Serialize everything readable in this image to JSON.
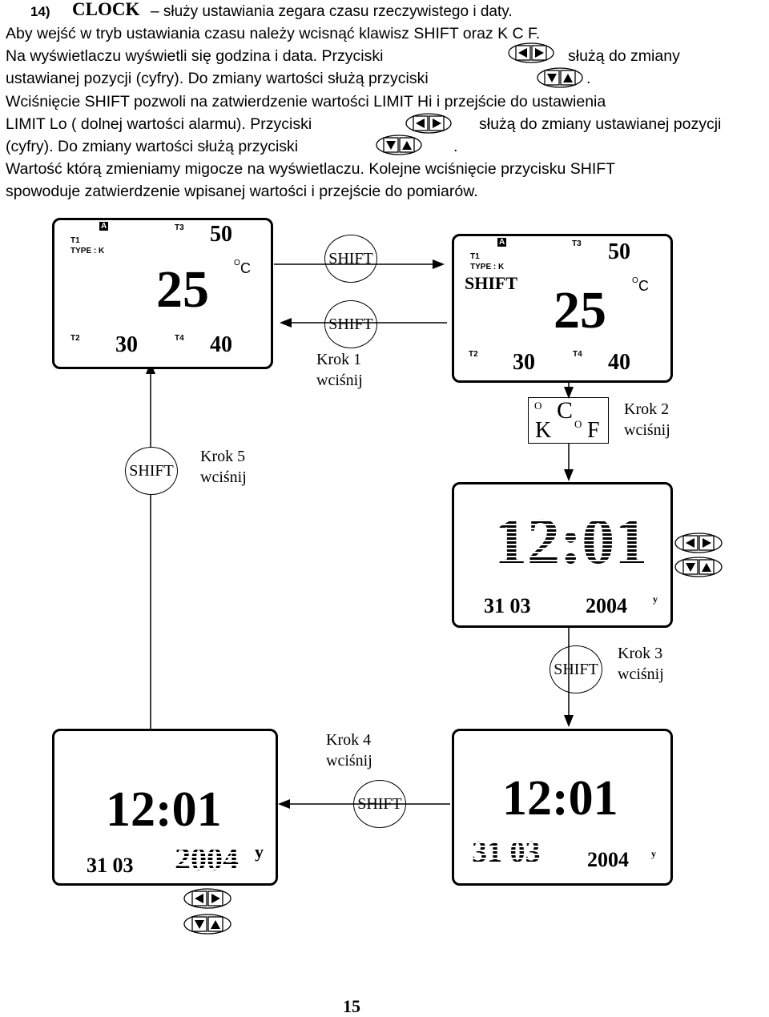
{
  "text": {
    "heading_num": "14)",
    "heading_word": "CLOCK",
    "heading_rest": "– służy ustawiania zegara czasu rzeczywistego i daty.",
    "line2": "Aby   wejść w tryb ustawiania czasu należy wcisnąć klawisz SHIFT oraz K C F.",
    "line3a": "Na  wyświetlaczu  wyświetli  się  godzina  i data.  Przyciski",
    "line3b": "służą do zmiany",
    "line4a": " ustawianej pozycji  (cyfry).  Do zmiany wartości służą przyciski",
    "line4b": ".",
    "line5": "Wciśnięcie SHIFT pozwoli na zatwierdzenie wartości LIMIT Hi   i   przejście   do   ustawienia",
    "line6a": "LIMIT Lo   ( dolnej wartości alarmu).  Przyciski",
    "line6b": "służą do zmiany ustawianej pozycji",
    "line7a": "(cyfry).  Do   zmiany wartości    służą przyciski",
    "line7b": ".",
    "line8": "Wartość którą zmieniamy migocze na wyświetlaczu. Kolejne wciśnięcie      przycisku      SHIFT",
    "line9": "spowoduje   zatwierdzenie wpisanej wartości i przejście do  pomiarów."
  },
  "lcd1": {
    "a": "A",
    "t1": "T1",
    "type": "TYPE :  K",
    "t3": "T3",
    "v50": "50",
    "unit_sup": "O",
    "unit": "C",
    "main": "25",
    "t2": "T2",
    "v30": "30",
    "t4": "T4",
    "v40": "40"
  },
  "lcd2": {
    "a": "A",
    "t1": "T1",
    "type": "TYPE :  K",
    "shift": "SHIFT",
    "t3": "T3",
    "v50": "50",
    "unit_sup": "O",
    "unit": "C",
    "main": "25",
    "t2": "T2",
    "v30": "30",
    "t4": "T4",
    "v40": "40"
  },
  "lcd3": {
    "time": "12:01",
    "date": "31 03",
    "year": "2004",
    "y": "y"
  },
  "lcd4": {
    "time": "12:01",
    "date": "31 03",
    "year": "2004",
    "y": "y"
  },
  "lcd5": {
    "time": "12:01",
    "date": "31 03",
    "year": "2004",
    "y": "y"
  },
  "buttons": {
    "shift": "SHIFT"
  },
  "steps": {
    "k1a": "Krok 1",
    "k1b": "wciśnij",
    "k2a": "Krok 2",
    "k2b": "wciśnij",
    "k3a": "Krok 3",
    "k3b": "wciśnij",
    "k4a": "Krok 4",
    "k4b": "wciśnij",
    "k5a": "Krok 5",
    "k5b": "wciśnij"
  },
  "kcf": {
    "o1": "O",
    "c": "C",
    "k": "K",
    "o2": "O",
    "f": "F"
  },
  "page_number": "15"
}
